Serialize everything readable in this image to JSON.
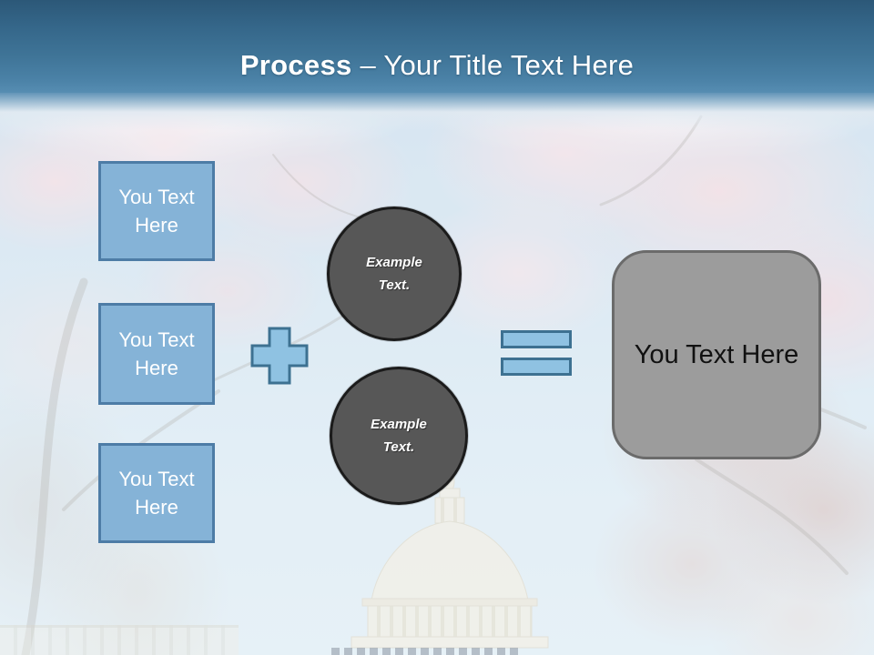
{
  "title": {
    "keyword": "Process",
    "rest": " – Your Title Text Here"
  },
  "left_boxes": [
    {
      "label": "You Text Here"
    },
    {
      "label": "You Text Here"
    },
    {
      "label": "You Text Here"
    }
  ],
  "operators": {
    "plus": "plus-sign",
    "equals": "equals-sign"
  },
  "circles": [
    {
      "label": "Example Text."
    },
    {
      "label": "Example Text."
    }
  ],
  "result_box": {
    "label": "You Text Here"
  },
  "background": {
    "scene": "faded photo of cherry blossoms and US Capitol dome"
  },
  "colors": {
    "header_top": "#2c5878",
    "header_bottom": "#568db2",
    "title_text": "#ffffff",
    "box_fill": "#85b3d7",
    "box_border": "#4d7ca6",
    "operator_fill": "#8fc2e2",
    "operator_border": "#3d7191",
    "circle_fill": "#575757",
    "circle_border": "#1b1b1b",
    "result_fill": "#9c9c9c",
    "result_border": "#6b6b6b",
    "sky": "#cfe0ec"
  }
}
